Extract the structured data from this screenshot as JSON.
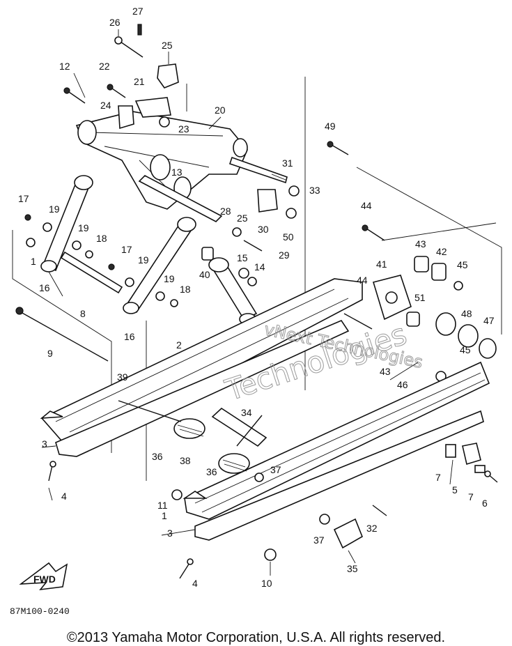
{
  "diagram": {
    "callouts": [
      "1",
      "2",
      "3",
      "4",
      "5",
      "6",
      "7",
      "8",
      "9",
      "10",
      "11",
      "12",
      "13",
      "14",
      "15",
      "16",
      "17",
      "18",
      "19",
      "20",
      "21",
      "22",
      "23",
      "24",
      "25",
      "26",
      "27",
      "28",
      "29",
      "30",
      "31",
      "32",
      "33",
      "34",
      "35",
      "36",
      "37",
      "38",
      "39",
      "40",
      "41",
      "42",
      "43",
      "44",
      "45",
      "46",
      "47",
      "48",
      "49",
      "50",
      "51"
    ],
    "fwd_label": "FWD",
    "watermark_lines": [
      "vNext Technologies",
      "Technologies"
    ]
  },
  "ref_code": "87M100-0240",
  "copyright": "©2013 Yamaha Motor Corporation, U.S.A. All rights reserved."
}
